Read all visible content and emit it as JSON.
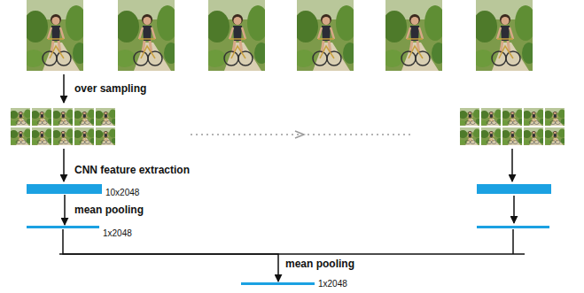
{
  "diagram": {
    "nodes": [
      {
        "text": [
          "10x2048"
        ]
      },
      {
        "text": [
          "1x2048"
        ]
      },
      {
        "text": [
          "1x2048"
        ]
      }
    ],
    "edges": [
      {
        "from": 0,
        "to": 1,
        "arrow": "to",
        "label": "mean pooling"
      },
      {
        "from": 1,
        "to": 2,
        "arrow": "to",
        "label": "mean pooling"
      }
    ],
    "labels": [
      "over sampling",
      "CNN feature extraction"
    ]
  }
}
